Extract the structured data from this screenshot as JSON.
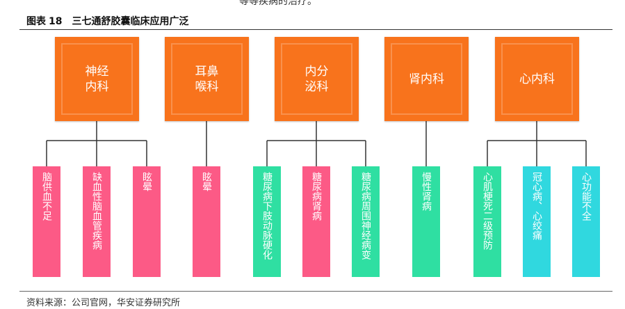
{
  "header": {
    "top_fragment": "等等疾病的治疗。",
    "figure_label": "图表",
    "figure_number": "18",
    "figure_title": "三七通舒胶囊临床应用广泛"
  },
  "footer": {
    "source": "资料来源：公司官网，华安证券研究所"
  },
  "colors": {
    "parent": "#f8731c",
    "pink": "#fc5a86",
    "green": "#2fdfa2",
    "cyan": "#30d8df",
    "connector": "#333333"
  },
  "diagram": {
    "departments": [
      {
        "label": "神经\n内科",
        "conditions": [
          "脑供血不足",
          "缺血性脑血管疾病",
          "眩晕"
        ]
      },
      {
        "label": "耳鼻\n喉科",
        "conditions": [
          "眩晕"
        ]
      },
      {
        "label": "内分\n泌科",
        "conditions": [
          "糖尿病下肢动脉硬化",
          "糖尿病肾病",
          "糖尿病周围神经病变"
        ]
      },
      {
        "label": "肾内科",
        "conditions": [
          "慢性肾病"
        ]
      },
      {
        "label": "心内科",
        "conditions": [
          "心肌梗死二级预防",
          "冠心病、心绞痛",
          "心功能不全"
        ]
      }
    ]
  }
}
